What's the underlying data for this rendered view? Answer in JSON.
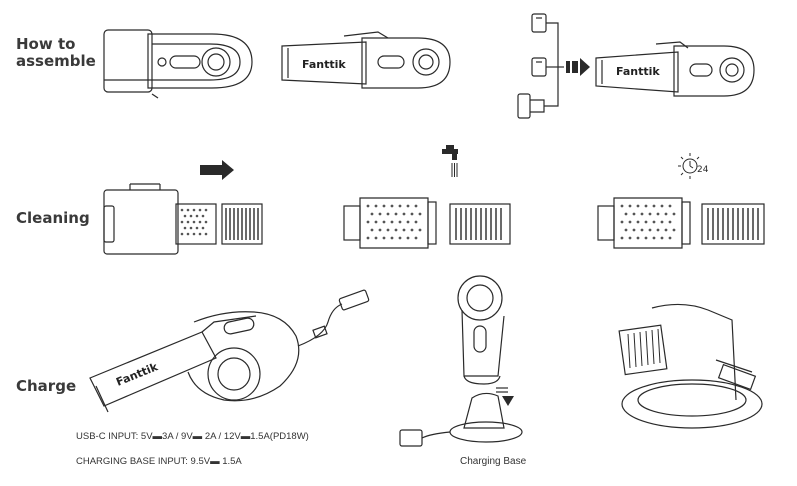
{
  "sections": {
    "assemble": {
      "title_line1": "How to",
      "title_line2": "assemble"
    },
    "cleaning": {
      "title": "Cleaning"
    },
    "charge": {
      "title": "Charge"
    }
  },
  "brand_text": "Fanttik",
  "timer_text": "24",
  "specs": {
    "usbc": "USB-C INPUT: 5V▬3A / 9V▬ 2A / 12V▬1.5A(PD18W)",
    "base": "CHARGING BASE INPUT: 9.5V▬ 1.5A"
  },
  "charging_base_caption": "Charging Base"
}
